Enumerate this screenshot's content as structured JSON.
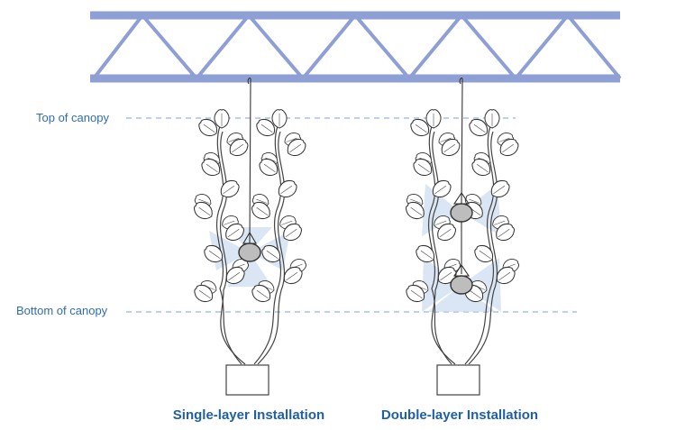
{
  "canopy_labels": {
    "top": "Top of canopy",
    "bottom": "Bottom of canopy"
  },
  "installations": [
    {
      "title": "Single-layer Installation",
      "lamps": 1
    },
    {
      "title": "Double-layer Installation",
      "lamps": 2
    }
  ],
  "colors": {
    "truss": "#8e9fd6",
    "label": "#2e6db4",
    "title": "#1f5fa8",
    "beam": "#c7d9ee",
    "lamp": "#bdbdbd"
  }
}
